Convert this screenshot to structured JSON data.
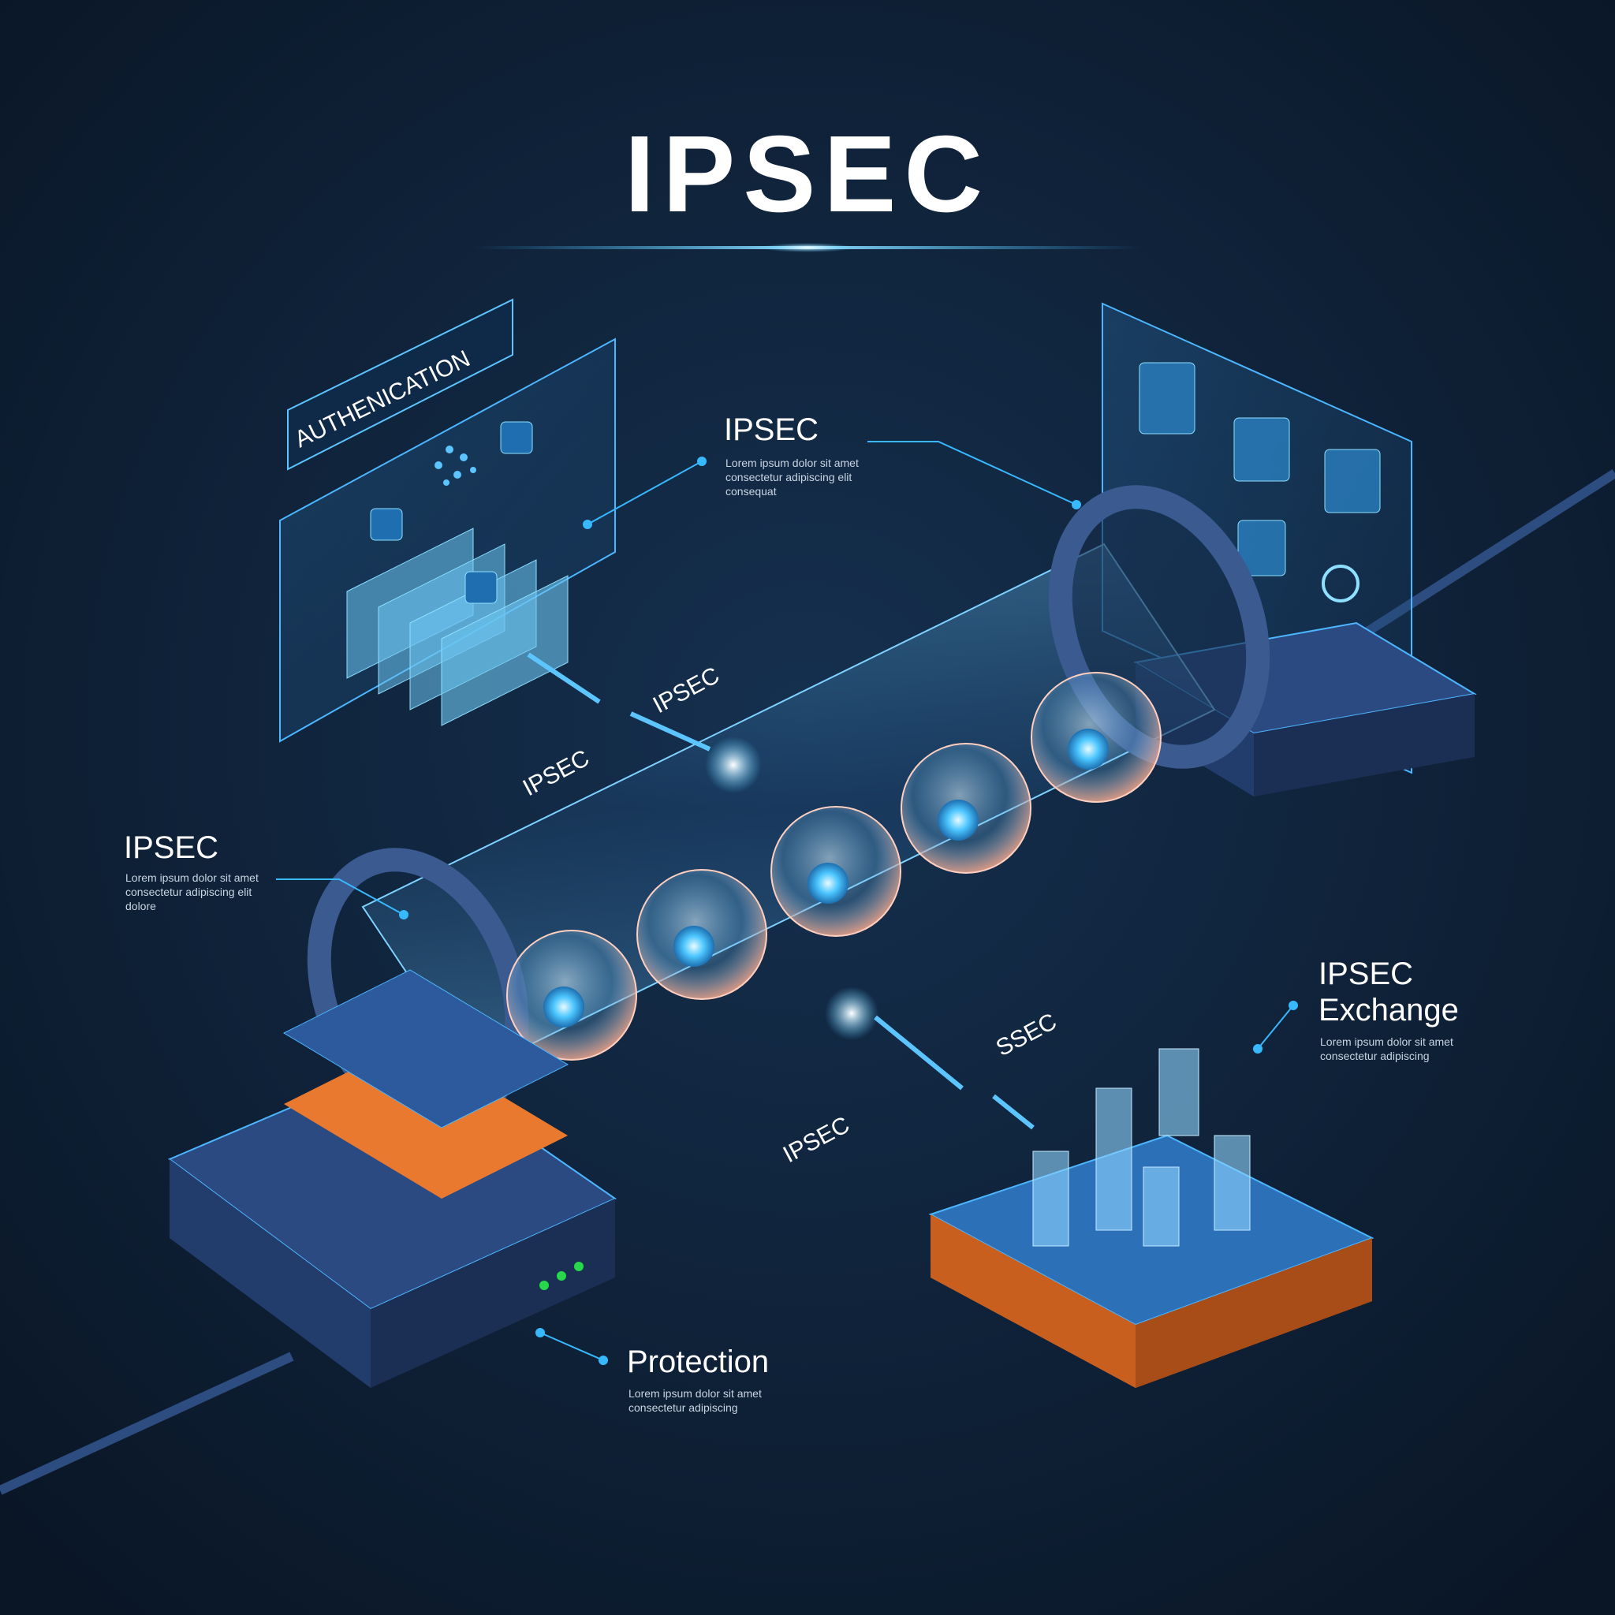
{
  "title": "IPSEC",
  "callouts": {
    "top": {
      "heading": "IPSEC",
      "lines": [
        "Lorem ipsum dolor sit amet",
        "consectetur adipiscing elit",
        "consequat"
      ]
    },
    "left": {
      "heading": "IPSEC",
      "lines": [
        "Lorem ipsum dolor sit amet",
        "consectetur adipiscing elit",
        "dolore"
      ]
    },
    "exchange": {
      "heading": "IPSEC",
      "subheading": "Exchange",
      "lines": [
        "Lorem ipsum dolor sit amet",
        "consectetur adipiscing"
      ]
    },
    "protection": {
      "heading": "Protection",
      "lines": [
        "Lorem ipsum dolor sit amet",
        "consectetur adipiscing"
      ]
    }
  },
  "panels": {
    "authentication": {
      "label": "AUTHENICATION"
    },
    "right": {
      "icons": [
        "document-icon",
        "home-medical-icon",
        "shield-check-icon",
        "person-id-icon",
        "gear-icon"
      ]
    }
  },
  "tunnel_labels": [
    "IPSEC",
    "IPSEC",
    "SSEC",
    "IPSEC"
  ],
  "colors": {
    "background": "#0c1a2b",
    "accent": "#38b8ff",
    "orange": "#e8792e",
    "device": "#2c4a82",
    "status_led": "#27d84a"
  }
}
